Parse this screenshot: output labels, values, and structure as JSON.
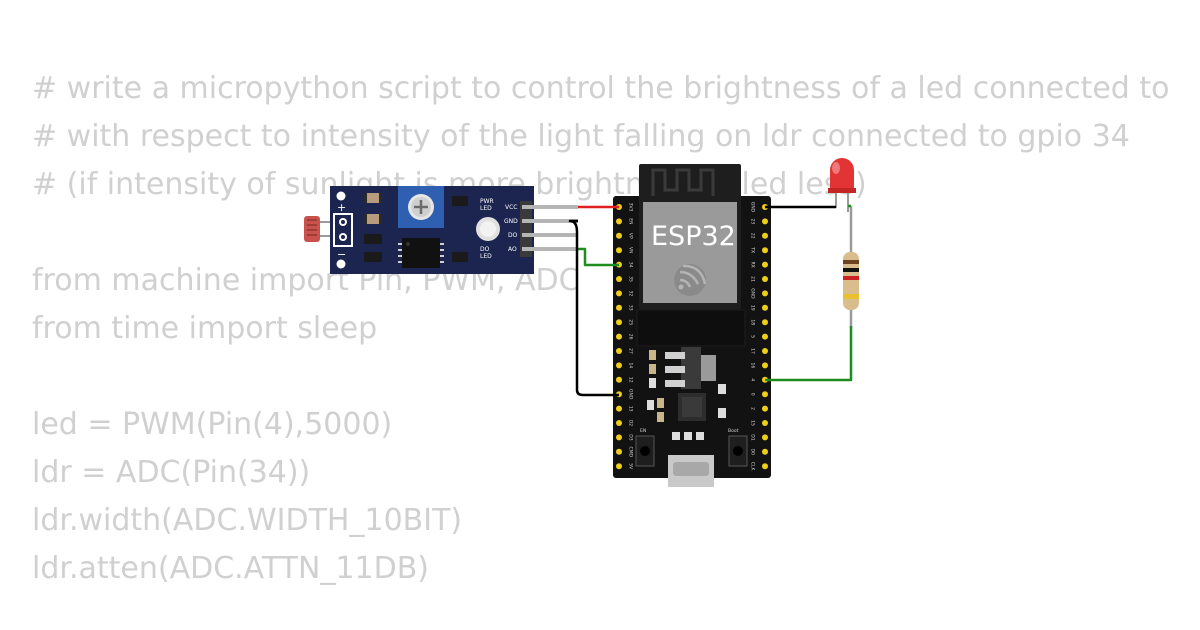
{
  "code_lines": [
    "# write a micropython script to control the brightness of a led connected to",
    "# with respect to intensity of the light falling on ldr connected to gpio 34",
    "# (if intensity of sunlight is more brightness of led less)",
    "",
    "from machine import Pin, PWM, ADC",
    "from time import sleep",
    "",
    "led = PWM(Pin(4),5000)",
    "ldr = ADC(Pin(34))",
    "ldr.width(ADC.WIDTH_10BIT)",
    "ldr.atten(ADC.ATTN_11DB)"
  ],
  "ldr_module": {
    "plus": "+",
    "minus": "−",
    "pwr_led": [
      "PWR",
      "LED"
    ],
    "do_led": [
      "DO",
      "LED"
    ],
    "pins": [
      "VCC",
      "GND",
      "DO",
      "AO"
    ]
  },
  "esp32": {
    "label": "ESP32",
    "en_label": "EN",
    "boot_label": "Boot",
    "left_pins": [
      "3V3",
      "EN",
      "VP",
      "VN",
      "34",
      "35",
      "32",
      "33",
      "25",
      "26",
      "27",
      "14",
      "12",
      "GND",
      "13",
      "D2",
      "D3",
      "CMD",
      "5V"
    ],
    "right_pins": [
      "GND",
      "23",
      "22",
      "TX",
      "RX",
      "21",
      "GND",
      "19",
      "18",
      "5",
      "17",
      "16",
      "4",
      "0",
      "2",
      "15",
      "D1",
      "D0",
      "CLK"
    ]
  },
  "colors": {
    "board": "#121212",
    "module": "#1c2450",
    "pot": "#2f5fb0",
    "pin_gold": "#f0cf19",
    "wire_red": "#e02020",
    "wire_green": "#1f8c1f",
    "wire_black": "#000000",
    "led_red": "#e23434"
  }
}
